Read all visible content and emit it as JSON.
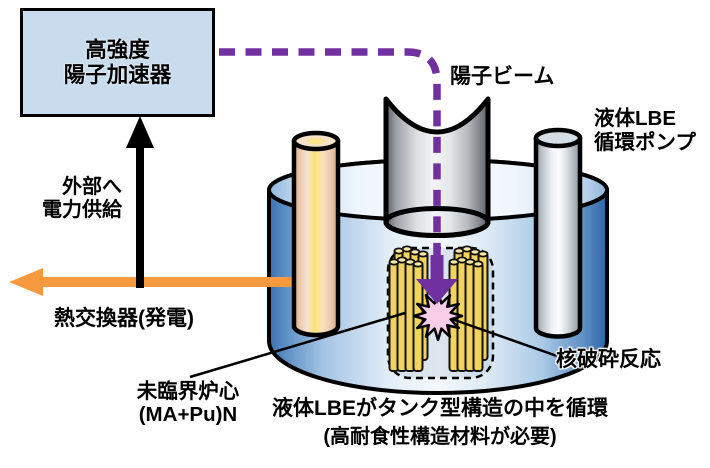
{
  "accelerator_box": {
    "line1": "高強度",
    "line2": "陽子加速器"
  },
  "labels": {
    "proton_beam": "陽子ビーム",
    "pump_line1": "液体LBE",
    "pump_line2": "循環ポンプ",
    "power_line1": "外部へ",
    "power_line2": "電力供給",
    "heat_exchanger": "熱交換器(発電)",
    "core_line1": "未臨界炉心",
    "core_line2": "(MA+Pu)N",
    "spallation": "核破砕反応",
    "caption_line1": "液体LBEがタンク型構造の中を循環",
    "caption_line2": "(高耐食性構造材料が必要)"
  },
  "colors": {
    "accelerator_fill": "#C9DCEE",
    "beam_purple": "#7030A0",
    "power_arrow_orange": "#F7993F",
    "tank_blue_dark": "#2E64A7",
    "fuel_rod_yellow": "#F2D35C",
    "spallation_pink": "#F8CDE8"
  }
}
